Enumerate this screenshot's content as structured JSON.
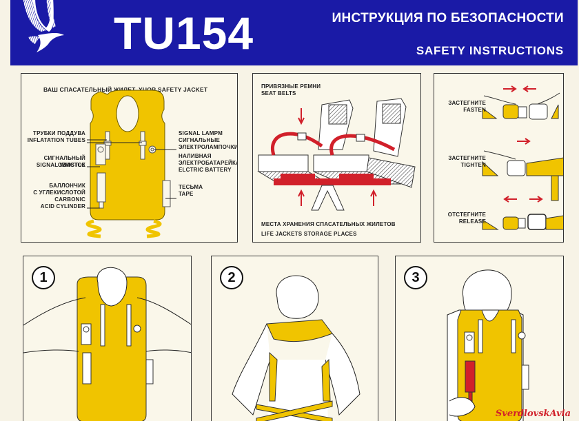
{
  "header": {
    "model": "TU154",
    "title_ru": "ИНСТРУКЦИЯ ПО БЕЗОПАСНОСТИ",
    "title_en": "SAFETY INSTRUCTIONS",
    "logo_icon": "bird-logo-icon"
  },
  "colors": {
    "banner_blue": "#1a1aa6",
    "vest_yellow": "#f0c400",
    "belt_red": "#d1202a",
    "paper": "#f7f3e6"
  },
  "panels": {
    "jacket": {
      "title_ru": "ВАШ  СПАСАТЕЛЬНЫЙ ЖИЛЕТ",
      "title_en": "YUOR SAFETY JACKET",
      "labels": {
        "tubes_ru": "ТРУБКИ ПОДДУВА",
        "tubes_en": "INFLATATION TUBES",
        "whistle_ru": "СИГНАЛЬНЫЙ СВИСТОК",
        "whistle_en": "SIGNAL WHISTLE",
        "cylinder_ru1": "БАЛЛОНЧИК",
        "cylinder_ru2": "С УГЛЕКИСЛОТОЙ",
        "cylinder_en1": "CARBONIC",
        "cylinder_en2": "ACID CYLINDER",
        "lamp_en": "SIGNAL LAMPM",
        "lamp_ru1": "СИГНАЛЬНЫЕ",
        "lamp_ru2": "ЭЛЕКТРОЛАМПОЧКИ",
        "battery_ru1": "НАЛИВНАЯ",
        "battery_ru2": "ЭЛЕКТРОБАТАРЕЙКА",
        "battery_en": "ELCTRIC BATTERY",
        "tape_ru": "ТЕСЬМА",
        "tape_en": "TAPE"
      }
    },
    "seats": {
      "title_ru": "ПРИВЯЗНЫЕ  РЕМНИ",
      "title_en": "SEAT BELTS",
      "storage_ru": "МЕСТА ХРАНЕНИЯ СПАСАТЕЛЬНЫХ ЖИЛЕТОВ",
      "storage_en": "LIFE  JACKETS  STORAGE  PLACES"
    },
    "buckle": {
      "steps": [
        {
          "ru": "ЗАСТЕГНИТЕ",
          "en": "FASTEN"
        },
        {
          "ru": "ЗАСТЕГНИТЕ",
          "en": "TIGHTEN"
        },
        {
          "ru": "ОТСТЕГНИТЕ",
          "en": "RELEASE"
        }
      ]
    },
    "steps": [
      {
        "number": "1"
      },
      {
        "number": "2"
      },
      {
        "number": "3"
      }
    ]
  },
  "watermark": "SverdlovskAvia"
}
